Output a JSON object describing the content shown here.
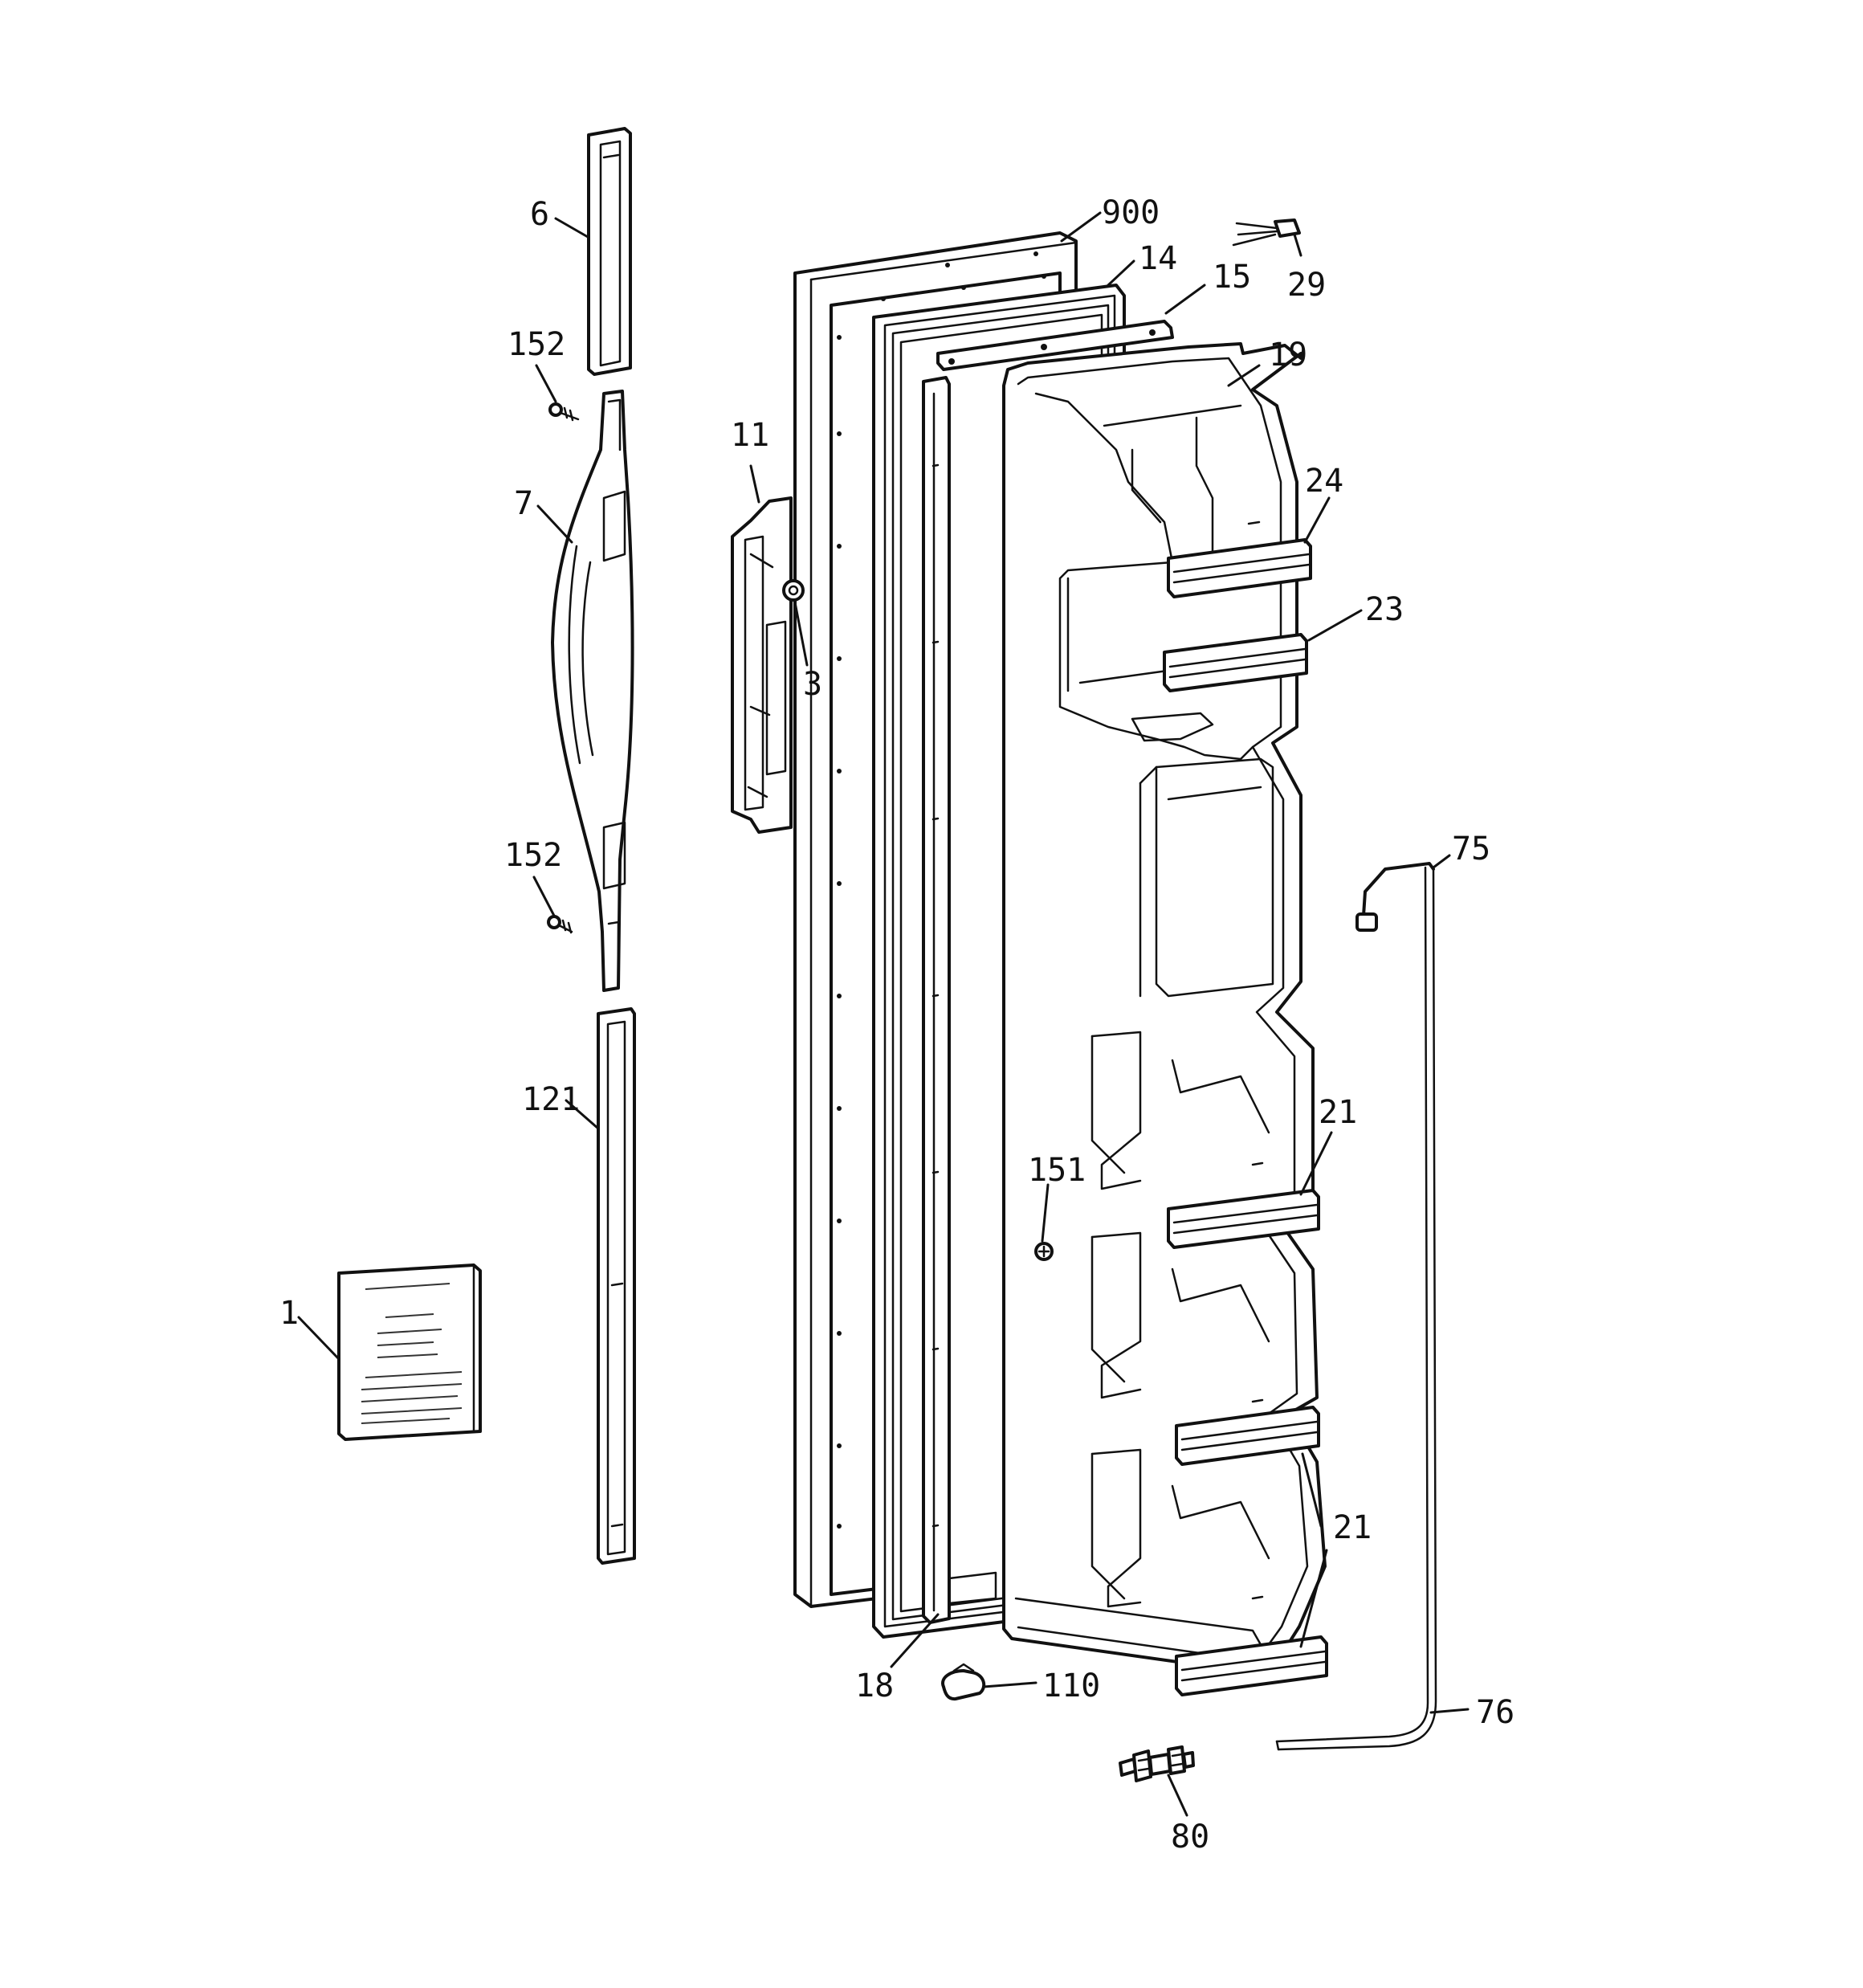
{
  "callouts": [
    {
      "id": "c900",
      "text": "900"
    },
    {
      "id": "c14",
      "text": "14"
    },
    {
      "id": "c15",
      "text": "15"
    },
    {
      "id": "c29",
      "text": "29"
    },
    {
      "id": "c19",
      "text": "19"
    },
    {
      "id": "c6",
      "text": "6"
    },
    {
      "id": "c152a",
      "text": "152"
    },
    {
      "id": "c7",
      "text": "7"
    },
    {
      "id": "c11",
      "text": "11"
    },
    {
      "id": "c3",
      "text": "3"
    },
    {
      "id": "c24",
      "text": "24"
    },
    {
      "id": "c23",
      "text": "23"
    },
    {
      "id": "c152b",
      "text": "152"
    },
    {
      "id": "c75",
      "text": "75"
    },
    {
      "id": "c121",
      "text": "121"
    },
    {
      "id": "c21a",
      "text": "21"
    },
    {
      "id": "c151",
      "text": "151"
    },
    {
      "id": "c1",
      "text": "1"
    },
    {
      "id": "c21b",
      "text": "21"
    },
    {
      "id": "c18",
      "text": "18"
    },
    {
      "id": "c110",
      "text": "110"
    },
    {
      "id": "c76",
      "text": "76"
    },
    {
      "id": "c80",
      "text": "80"
    }
  ]
}
